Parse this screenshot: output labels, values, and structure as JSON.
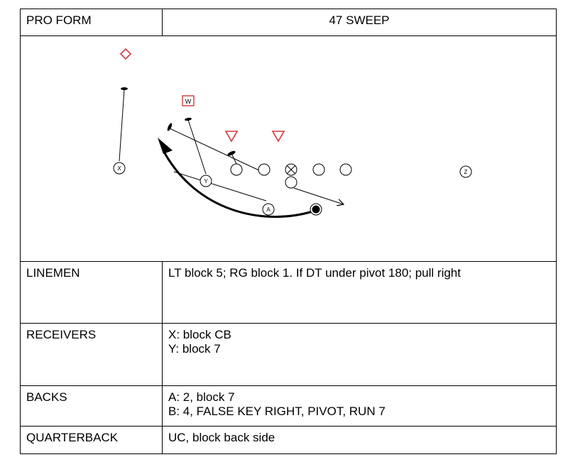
{
  "header": {
    "formation": "PRO FORM",
    "play_name": "47 SWEEP"
  },
  "diagram": {
    "players": {
      "x": "X",
      "y": "Y",
      "a": "A",
      "z": "Z",
      "w": "W"
    },
    "colors": {
      "defense": "#d23a3a",
      "offense": "#000000"
    }
  },
  "rows": [
    {
      "label": "LINEMEN",
      "lines": [
        "LT block 5; RG block 1. If DT under pivot 180; pull right"
      ]
    },
    {
      "label": "RECEIVERS",
      "lines": [
        "X: block CB",
        "Y: block 7"
      ]
    },
    {
      "label": "BACKS",
      "lines": [
        "A: 2, block 7",
        "B: 4, FALSE KEY RIGHT, PIVOT, RUN 7"
      ]
    },
    {
      "label": "QUARTERBACK",
      "lines": [
        "UC, block back side"
      ]
    }
  ]
}
